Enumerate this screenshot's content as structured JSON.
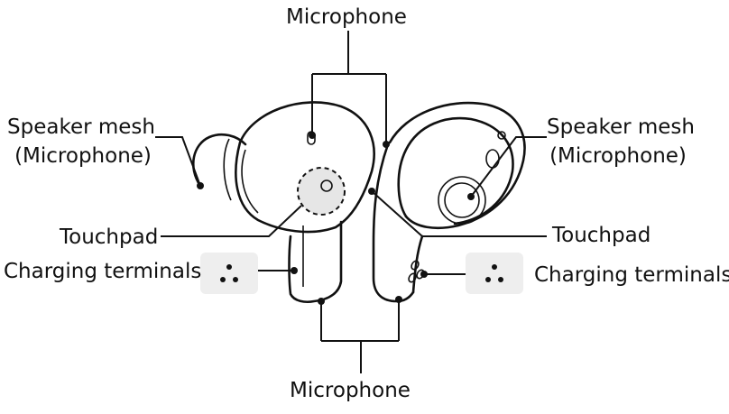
{
  "labels": {
    "mic_top": "Microphone",
    "mic_bottom": "Microphone",
    "speaker_left_line1": "Speaker mesh",
    "speaker_left_line2": "(Microphone)",
    "speaker_right_line1": "Speaker mesh",
    "speaker_right_line2": "(Microphone)",
    "touchpad_left": "Touchpad",
    "touchpad_right": "Touchpad",
    "charging_left": "Charging terminals",
    "charging_right": "Charging terminals"
  },
  "colors": {
    "line": "#111111",
    "terminal_box": "#eeeeee",
    "touchpad_fill": "#e6e6e6"
  }
}
